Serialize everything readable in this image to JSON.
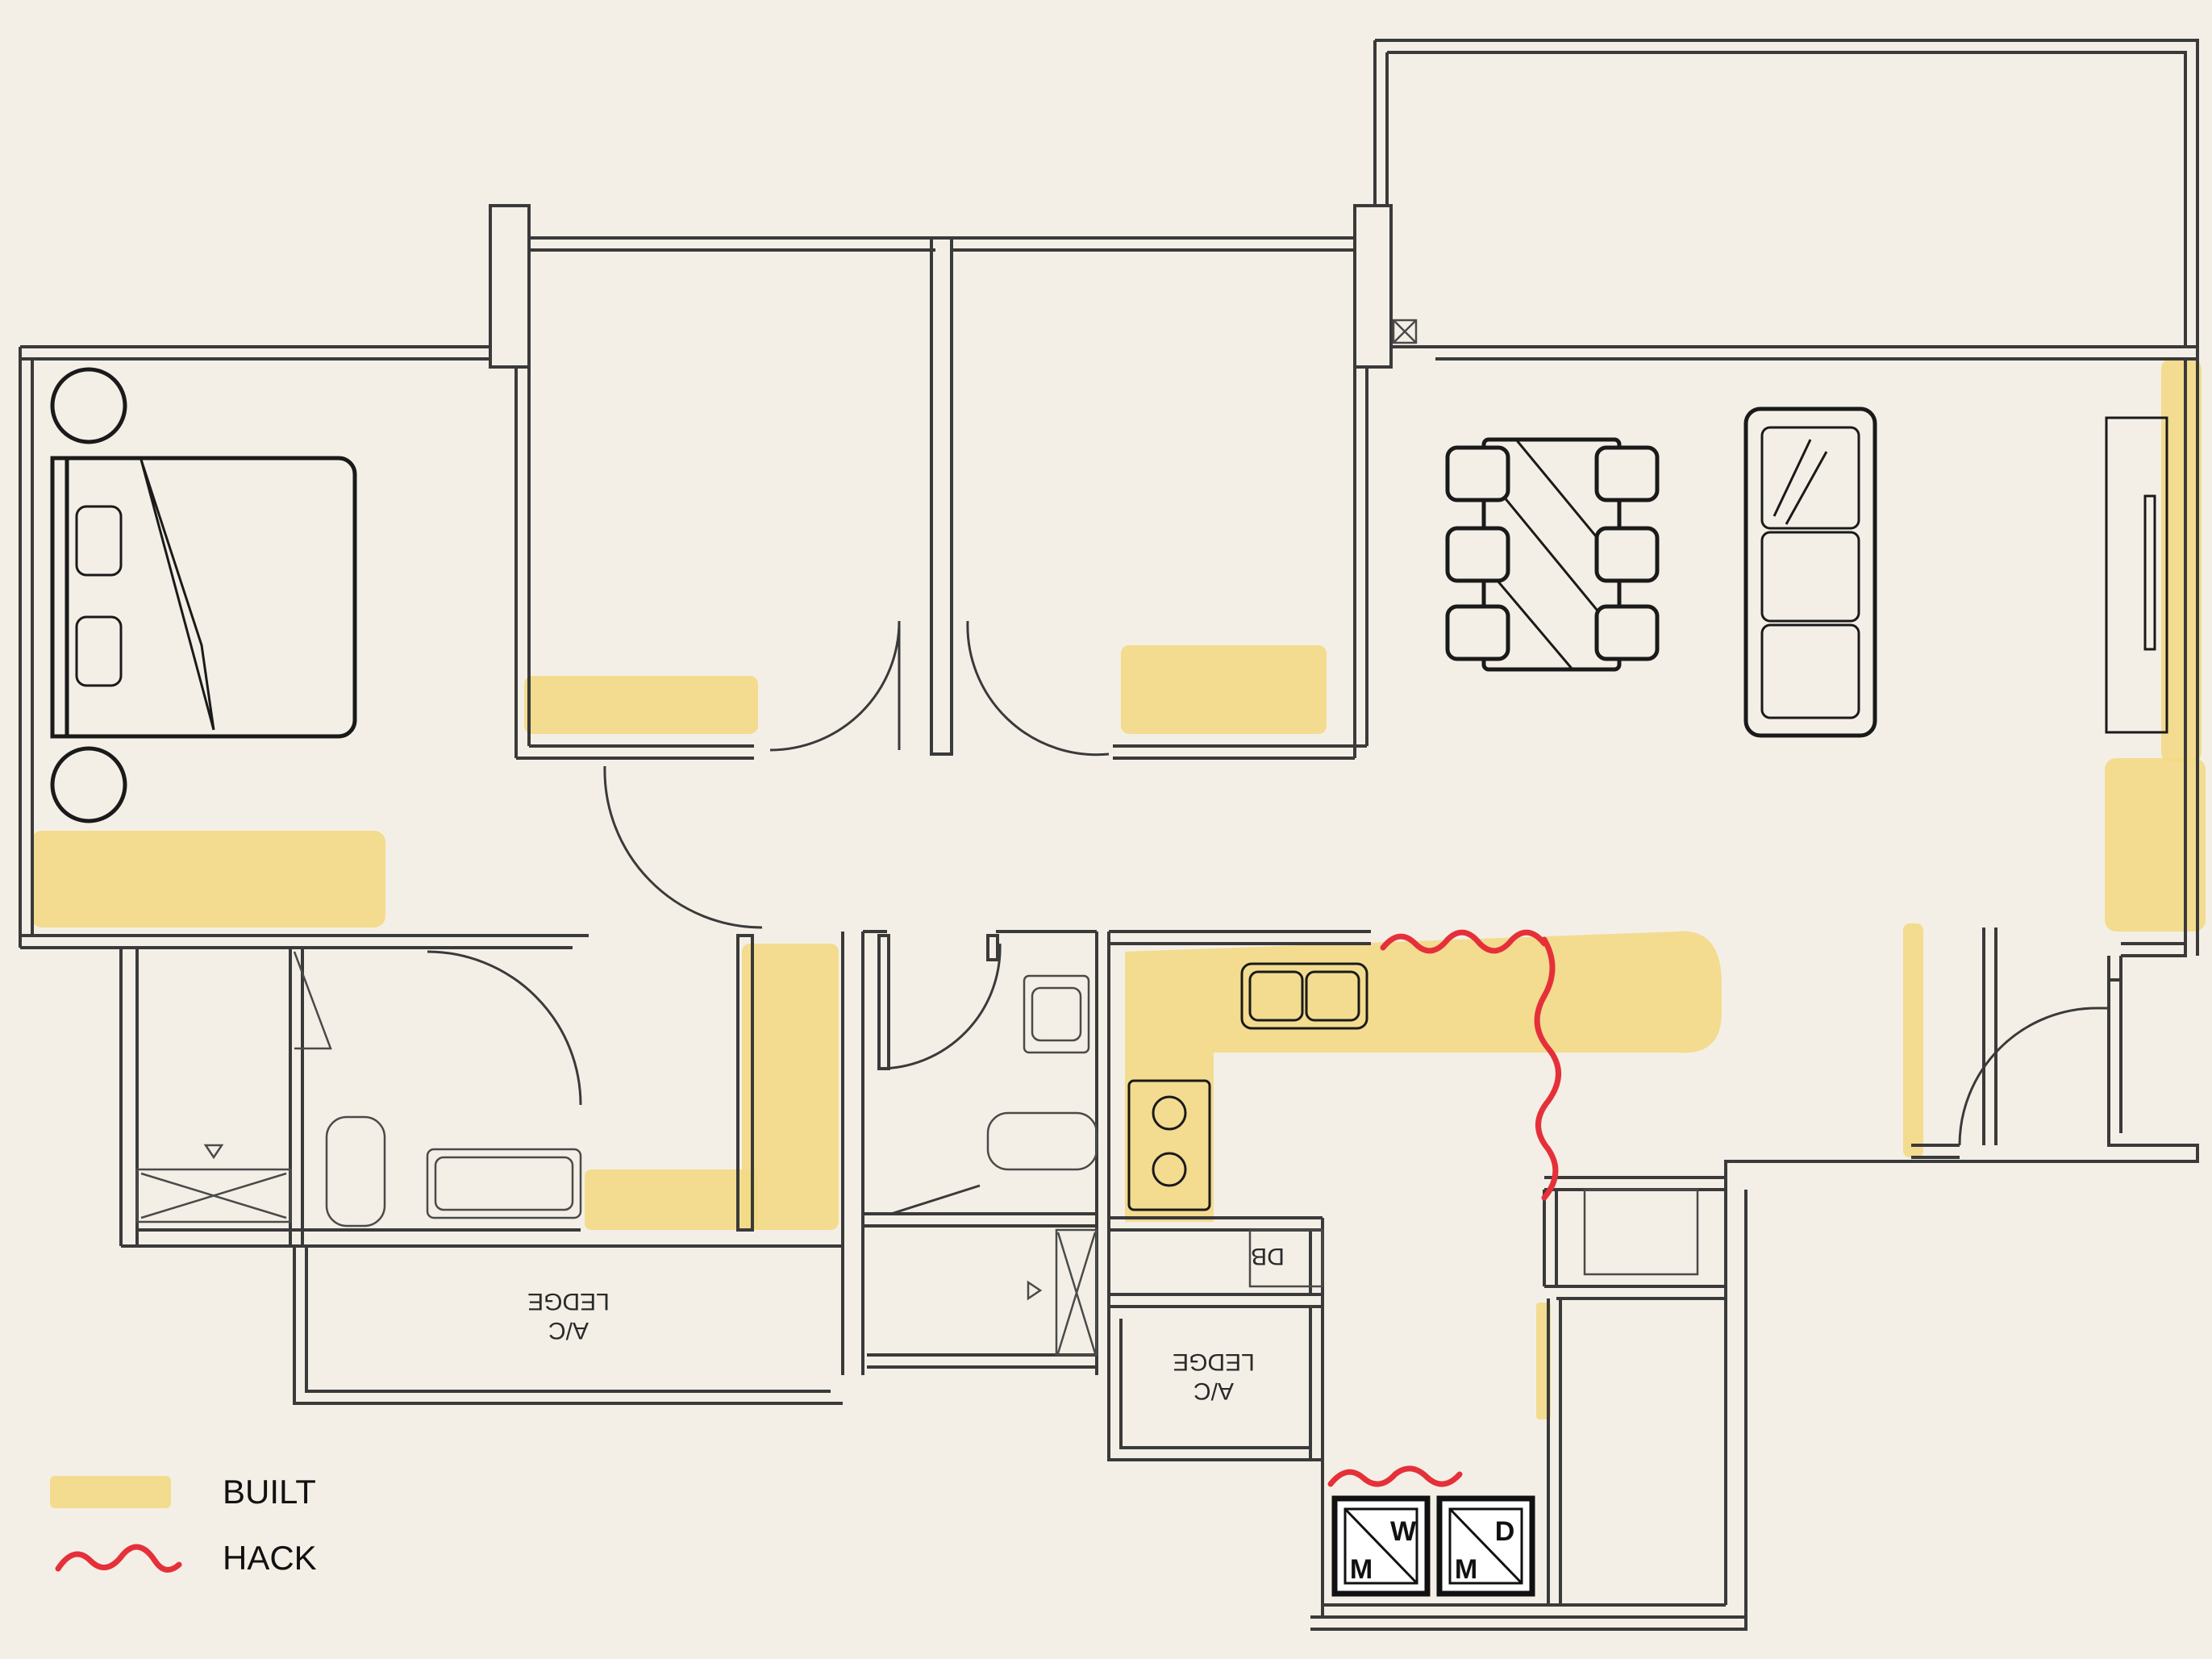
{
  "legend": {
    "built_label": "BUILT",
    "hack_label": "HACK",
    "built_color": "#f3d985",
    "hack_color": "#e5303a"
  },
  "labels": {
    "ac_ledge_left": [
      "A/C",
      "LEDGE"
    ],
    "ac_ledge_right": [
      "A/C",
      "LEDGE"
    ],
    "db": "DB"
  },
  "appliances": {
    "washer": {
      "top": "W",
      "bottom": "M"
    },
    "dryer": {
      "top": "D",
      "bottom": "M"
    }
  }
}
